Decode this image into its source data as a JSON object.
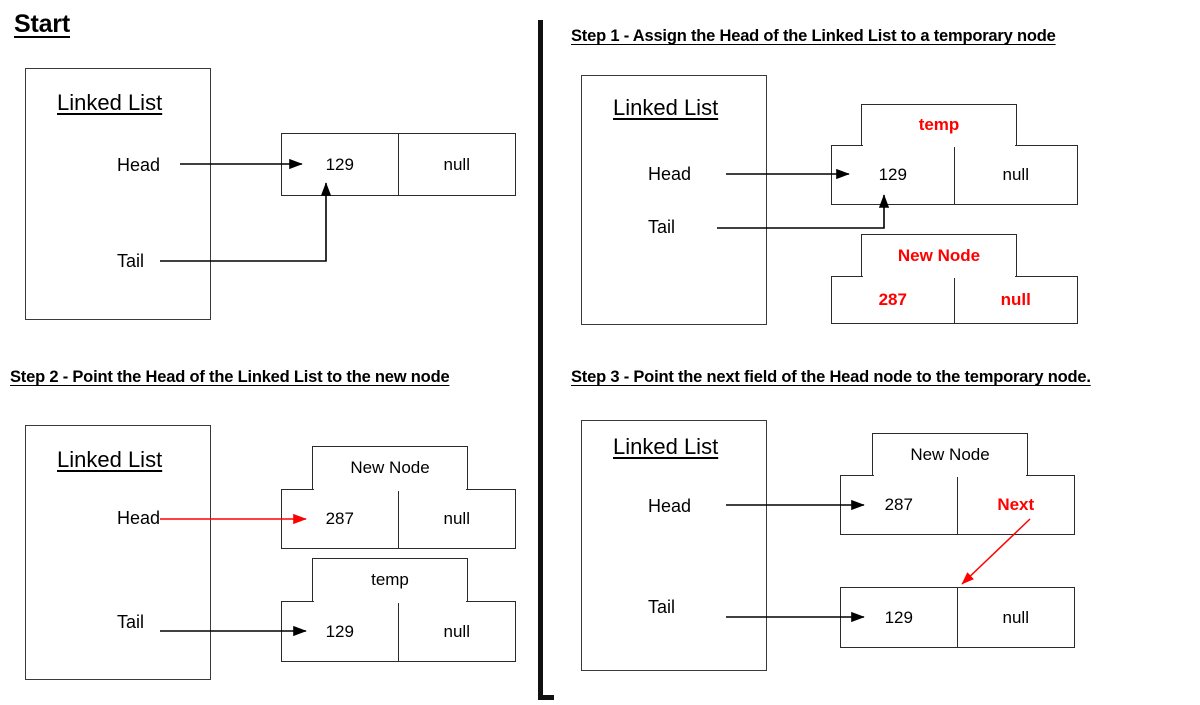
{
  "panels": {
    "start": {
      "title": "Start",
      "list": {
        "name": "Linked List",
        "head_label": "Head",
        "tail_label": "Tail"
      },
      "nodes": [
        {
          "tag": "",
          "value": "129",
          "next": "null",
          "color": "#000000"
        }
      ]
    },
    "step1": {
      "title": "Step 1 - Assign the Head of the Linked List to a temporary node",
      "list": {
        "name": "Linked List",
        "head_label": "Head",
        "tail_label": "Tail"
      },
      "nodes": [
        {
          "tag": "temp",
          "tag_color": "#FF0000",
          "value": "129",
          "next": "null",
          "color": "#000000"
        },
        {
          "tag": "New Node",
          "tag_color": "#FF0000",
          "value": "287",
          "next": "null",
          "color": "#FF0000"
        }
      ]
    },
    "step2": {
      "title": "Step 2 - Point the Head of the Linked List to the new node",
      "list": {
        "name": "Linked List",
        "head_label": "Head",
        "tail_label": "Tail"
      },
      "nodes": [
        {
          "tag": "New Node",
          "tag_color": "#000000",
          "value": "287",
          "next": "null",
          "color": "#000000"
        },
        {
          "tag": "temp",
          "tag_color": "#000000",
          "value": "129",
          "next": "null",
          "color": "#000000"
        }
      ]
    },
    "step3": {
      "title": "Step 3 - Point the next field of the Head node to the temporary node.",
      "list": {
        "name": "Linked List",
        "head_label": "Head",
        "tail_label": "Tail"
      },
      "nodes": [
        {
          "tag": "New Node",
          "tag_color": "#000000",
          "value": "287",
          "next": "Next",
          "color": "#000000",
          "next_color": "#FF0000"
        },
        {
          "tag": "",
          "value": "129",
          "next": "null",
          "color": "#000000"
        }
      ]
    }
  },
  "colors": {
    "accent_red": "#FF0000",
    "line_black": "#2b2b2b",
    "background": "#FFFFFF"
  }
}
